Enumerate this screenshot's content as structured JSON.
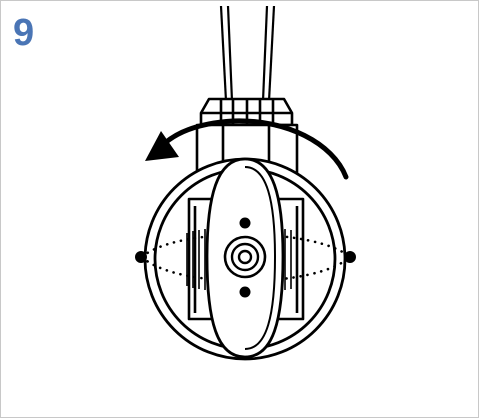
{
  "step": {
    "number": "9"
  },
  "illustration": {
    "subject": "faucet-handle-removal",
    "rotation_direction": "counter-clockwise",
    "colors": {
      "accent": "#4a75b5",
      "line": "#000000",
      "background": "#ffffff",
      "border": "#c8c8c8"
    }
  }
}
